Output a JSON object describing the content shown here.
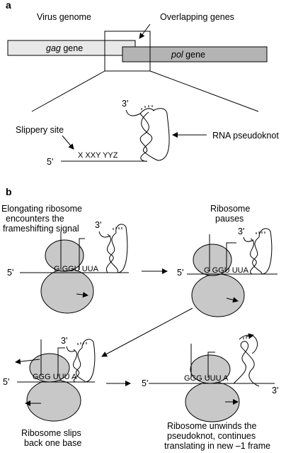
{
  "panel_a": {
    "letter": "a",
    "virus_genome": "Virus genome",
    "overlapping_genes": "Overlapping genes",
    "gag_italic": "gag",
    "gag_suffix": " gene",
    "pol_italic": "pol",
    "pol_suffix": " gene",
    "three_prime": "3'",
    "five_prime": "5'",
    "slippery_site": "Slippery site",
    "sequence": "X XXY YYZ",
    "pseudoknot": "RNA pseudoknot"
  },
  "panel_b": {
    "letter": "b",
    "step1_line1": "Elongating ribosome",
    "step1_line2": "encounters the",
    "step1_line3": "frameshifting signal",
    "step1_three": "3'",
    "step1_five": "5'",
    "step1_seq": "G GGU UUA",
    "step2_line1": "Ribosome",
    "step2_line2": "pauses",
    "step2_three": "3'",
    "step2_five": "5'",
    "step2_seq": "G GGU UUA",
    "step3_three": "3'",
    "step3_five": "5'",
    "step3_seq": "GGG UUU A",
    "step3_line1": "Ribosome slips",
    "step3_line2": "back one base",
    "step4_five": "5'",
    "step4_three": "3'",
    "step4_seq": "GGG UUU A",
    "step4_line1": "Ribosome unwinds the",
    "step4_line2": "pseudoknot, continues",
    "step4_line3": "translating in new –1 frame"
  },
  "colors": {
    "gag": "#e8e8e8",
    "pol": "#b4b4b4",
    "ribosome": "#c8c8c8",
    "line": "#000000"
  }
}
